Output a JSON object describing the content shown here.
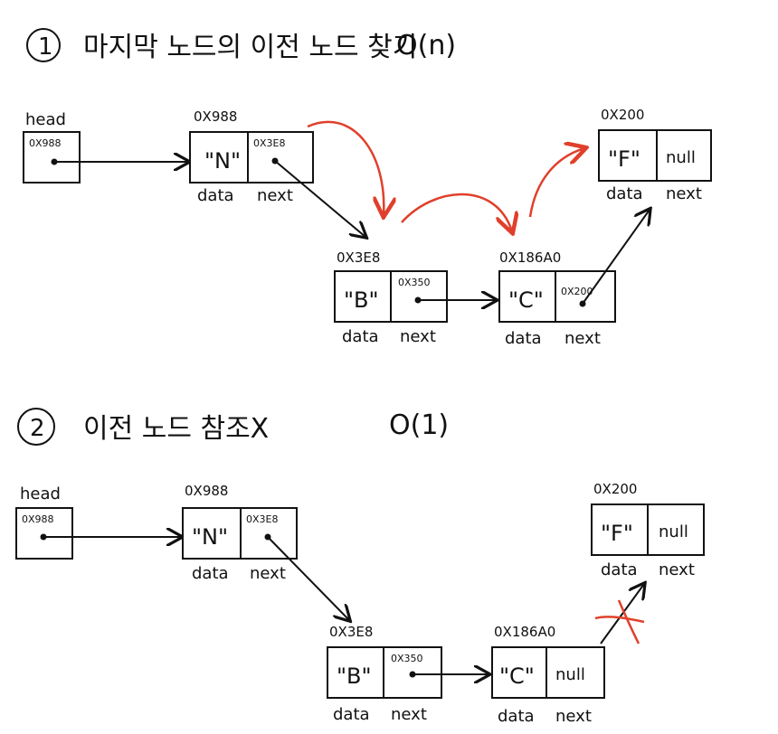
{
  "section1": {
    "number": "1",
    "title": "마지막 노드의 이전 노드 찾기",
    "complexity": "O(n)"
  },
  "section2": {
    "number": "2",
    "title": "이전 노드 참조X",
    "complexity": "O(1)"
  },
  "labels": {
    "head": "head",
    "data": "data",
    "next": "next"
  },
  "diagram1": {
    "head_value": "0X988",
    "nodes": [
      {
        "addr": "0X988",
        "data": "\"N\"",
        "next": "0X3E8"
      },
      {
        "addr": "0X3E8",
        "data": "\"B\"",
        "next": "0X350"
      },
      {
        "addr": "0X186A0",
        "data": "\"C\"",
        "next": "0X200"
      },
      {
        "addr": "0X200",
        "data": "\"F\"",
        "next": "null"
      }
    ]
  },
  "diagram2": {
    "head_value": "0X988",
    "nodes": [
      {
        "addr": "0X988",
        "data": "\"N\"",
        "next": "0X3E8"
      },
      {
        "addr": "0X3E8",
        "data": "\"B\"",
        "next": "0X350"
      },
      {
        "addr": "0X186A0",
        "data": "\"C\"",
        "next": "null"
      },
      {
        "addr": "0X200",
        "data": "\"F\"",
        "next": "null"
      }
    ]
  },
  "colors": {
    "ink": "#111111",
    "traversal": "#e0402b"
  }
}
